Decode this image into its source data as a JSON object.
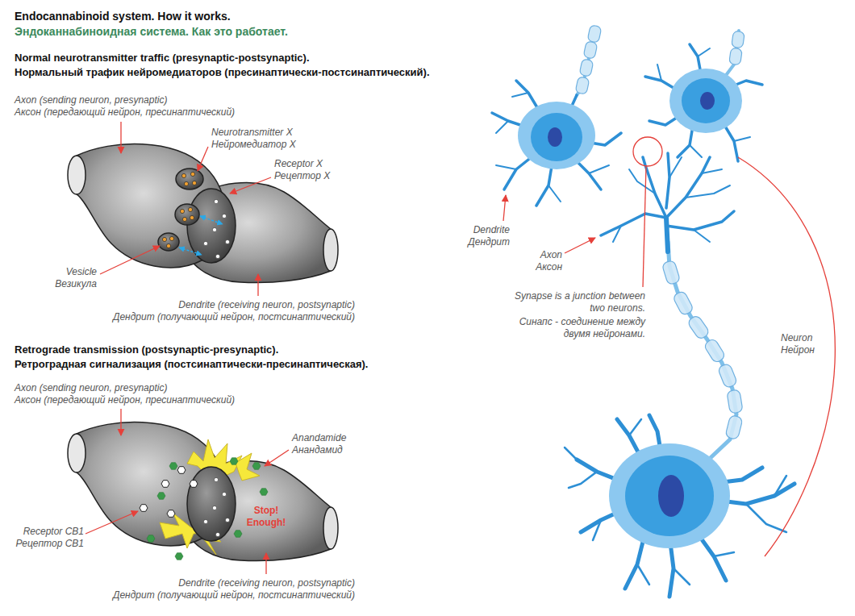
{
  "diagram": {
    "title": "Endocannabinoid system. How it works.",
    "labels": [
      "Эндоканнабиноидная система. Как это работает.",
      "Normal neurotransmitter traffic (presynaptic-postsynaptic).",
      "Нормальный трафик нейромедиаторов (пресинаптически-постсинаптический).",
      "Axon (sending neuron, presynaptic)",
      "Аксон (передающий нейрон, пресинаптический)",
      "Neurotransmitter X",
      "Нейромедиатор X",
      "Receptor X",
      "Рецептор X",
      "Vesicle",
      "Везикула",
      "Dendrite (receiving neuron, postsynaptic)",
      "Дендрит (получающий нейрон, постсинаптический)",
      "Retrograde transmission (postsynaptic-presynaptic).",
      "Ретроградная сигнализация (постсинаптически-пресинаптическая).",
      "Axon (sending neuron, presynaptic)",
      "Аксон (передающий нейрон, пресинаптический)",
      "Anandamide",
      "Анандамид",
      "Receptor CB1",
      "Рецептор CB1",
      "Stop! Enough!",
      "Dendrite (receiving neuron, postsynaptic)",
      "Дендрит (получающий нейрон, постсинаптический)",
      "Dendrite",
      "Дендрит",
      "Axon",
      "Аксон",
      "Synapse is a junction between two neurons.",
      "Синапс - соединение между двумя нейронами.",
      "Neuron",
      "Нейрон"
    ]
  }
}
